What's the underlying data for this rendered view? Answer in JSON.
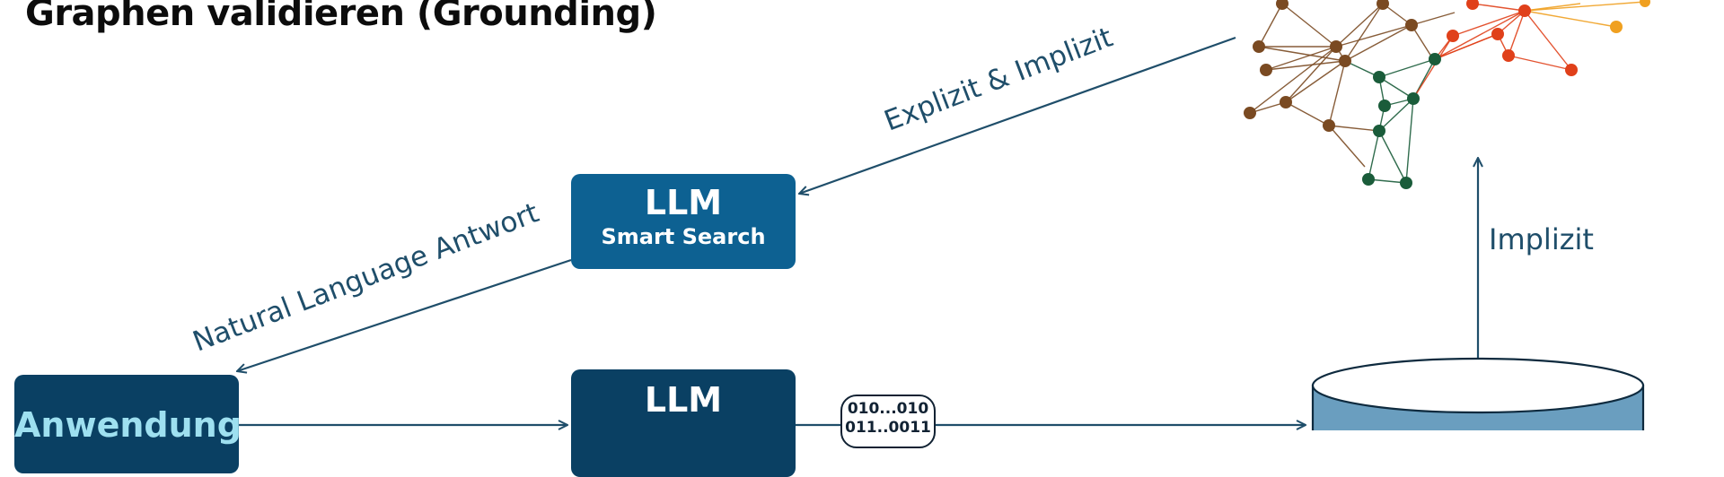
{
  "title": "Graphen validieren (Grounding)",
  "boxes": {
    "llm_smart": {
      "title": "LLM",
      "subtitle": "Smart Search"
    },
    "llm_bottom": {
      "title": "LLM"
    },
    "app": {
      "title": "Anwendung"
    }
  },
  "labels": {
    "natural_language": "Natural Language Antwort",
    "explicit_implicit": "Explizit & Implizit",
    "implicit": "Implizit"
  },
  "binary": {
    "line1": "010...010",
    "line2": "011..0011"
  },
  "colors": {
    "dark_blue": "#0a4063",
    "mid_blue": "#0d6192",
    "arrow": "#1f4e6a",
    "cylinder": "#6a9ebf",
    "node_brown": "#7a4a22",
    "node_green": "#1a5c3a",
    "node_red": "#e0401a",
    "node_orange": "#f0a020"
  }
}
